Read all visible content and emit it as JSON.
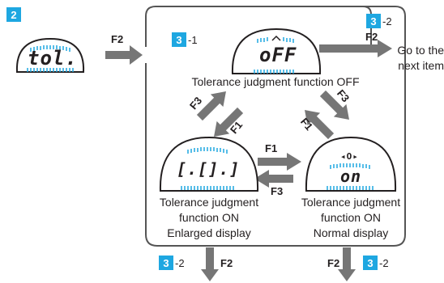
{
  "steps": {
    "start": {
      "number": "2",
      "suffix": ""
    },
    "off": {
      "number": "3",
      "suffix": "-1"
    },
    "next": {
      "number": "3",
      "suffix": "-2"
    },
    "enlarged_down": {
      "number": "3",
      "suffix": "-2"
    },
    "normal_down": {
      "number": "3",
      "suffix": "-2"
    }
  },
  "displays": {
    "start": "tol.",
    "off": "oFF",
    "enlarged": "[.[].]",
    "normal": "on",
    "normal_indicator": "◂O▸"
  },
  "keys": {
    "start_to_off": "F2",
    "off_to_next": "F2",
    "enlarged_to_off": "F3",
    "off_to_enlarged": "F1",
    "off_to_normal": "F3",
    "normal_to_off": "F1",
    "enlarged_to_normal": "F1",
    "normal_to_enlarged": "F3",
    "enlarged_down": "F2",
    "normal_down": "F2"
  },
  "captions": {
    "off": "Tolerance judgment function OFF",
    "enlarged": [
      "Tolerance judgment",
      "function ON",
      "Enlarged display"
    ],
    "normal": [
      "Tolerance judgment",
      "function ON",
      "Normal display"
    ],
    "next": [
      "Go to the",
      "next item"
    ]
  },
  "colors": {
    "badge": "#1ea7e1",
    "arrow": "#767676",
    "frame": "#555555",
    "text": "#231f20"
  }
}
